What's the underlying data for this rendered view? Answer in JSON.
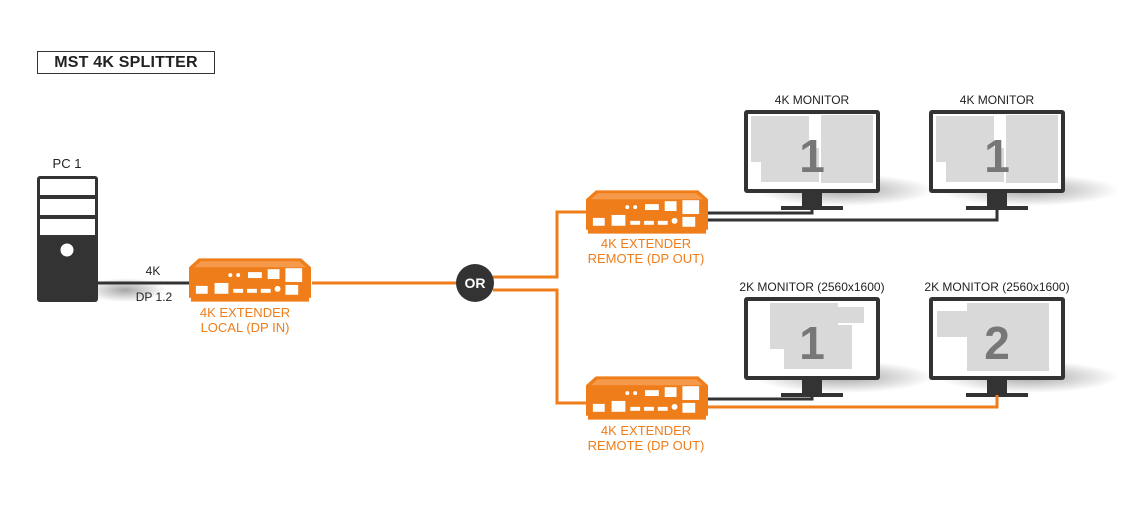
{
  "title": "MST 4K SPLITTER",
  "colors": {
    "accent": "#ef7d1a",
    "dark": "#333333",
    "screen": "#d9d9d9",
    "digit": "#777777"
  },
  "source": {
    "label": "PC 1",
    "icon": "pc-tower-icon",
    "cable_top_label": "4K",
    "cable_bottom_label": "DP 1.2"
  },
  "local_extender": {
    "line1": "4K EXTENDER",
    "line2": "LOCAL (DP IN)",
    "icon": "extender-box-icon"
  },
  "or_label": "OR",
  "branches": [
    {
      "remote": {
        "line1": "4K EXTENDER",
        "line2": "REMOTE (DP OUT)",
        "icon": "extender-box-icon"
      },
      "monitors": [
        {
          "label": "4K MONITOR",
          "screen_number": "1",
          "cable_color": "#333333"
        },
        {
          "label": "4K MONITOR",
          "screen_number": "1",
          "cable_color": "#333333"
        }
      ]
    },
    {
      "remote": {
        "line1": "4K EXTENDER",
        "line2": "REMOTE (DP OUT)",
        "icon": "extender-box-icon"
      },
      "monitors": [
        {
          "label": "2K MONITOR (2560x1600)",
          "screen_number": "1",
          "cable_color": "#333333"
        },
        {
          "label": "2K MONITOR (2560x1600)",
          "screen_number": "2",
          "cable_color": "#ef7d1a"
        }
      ]
    }
  ]
}
